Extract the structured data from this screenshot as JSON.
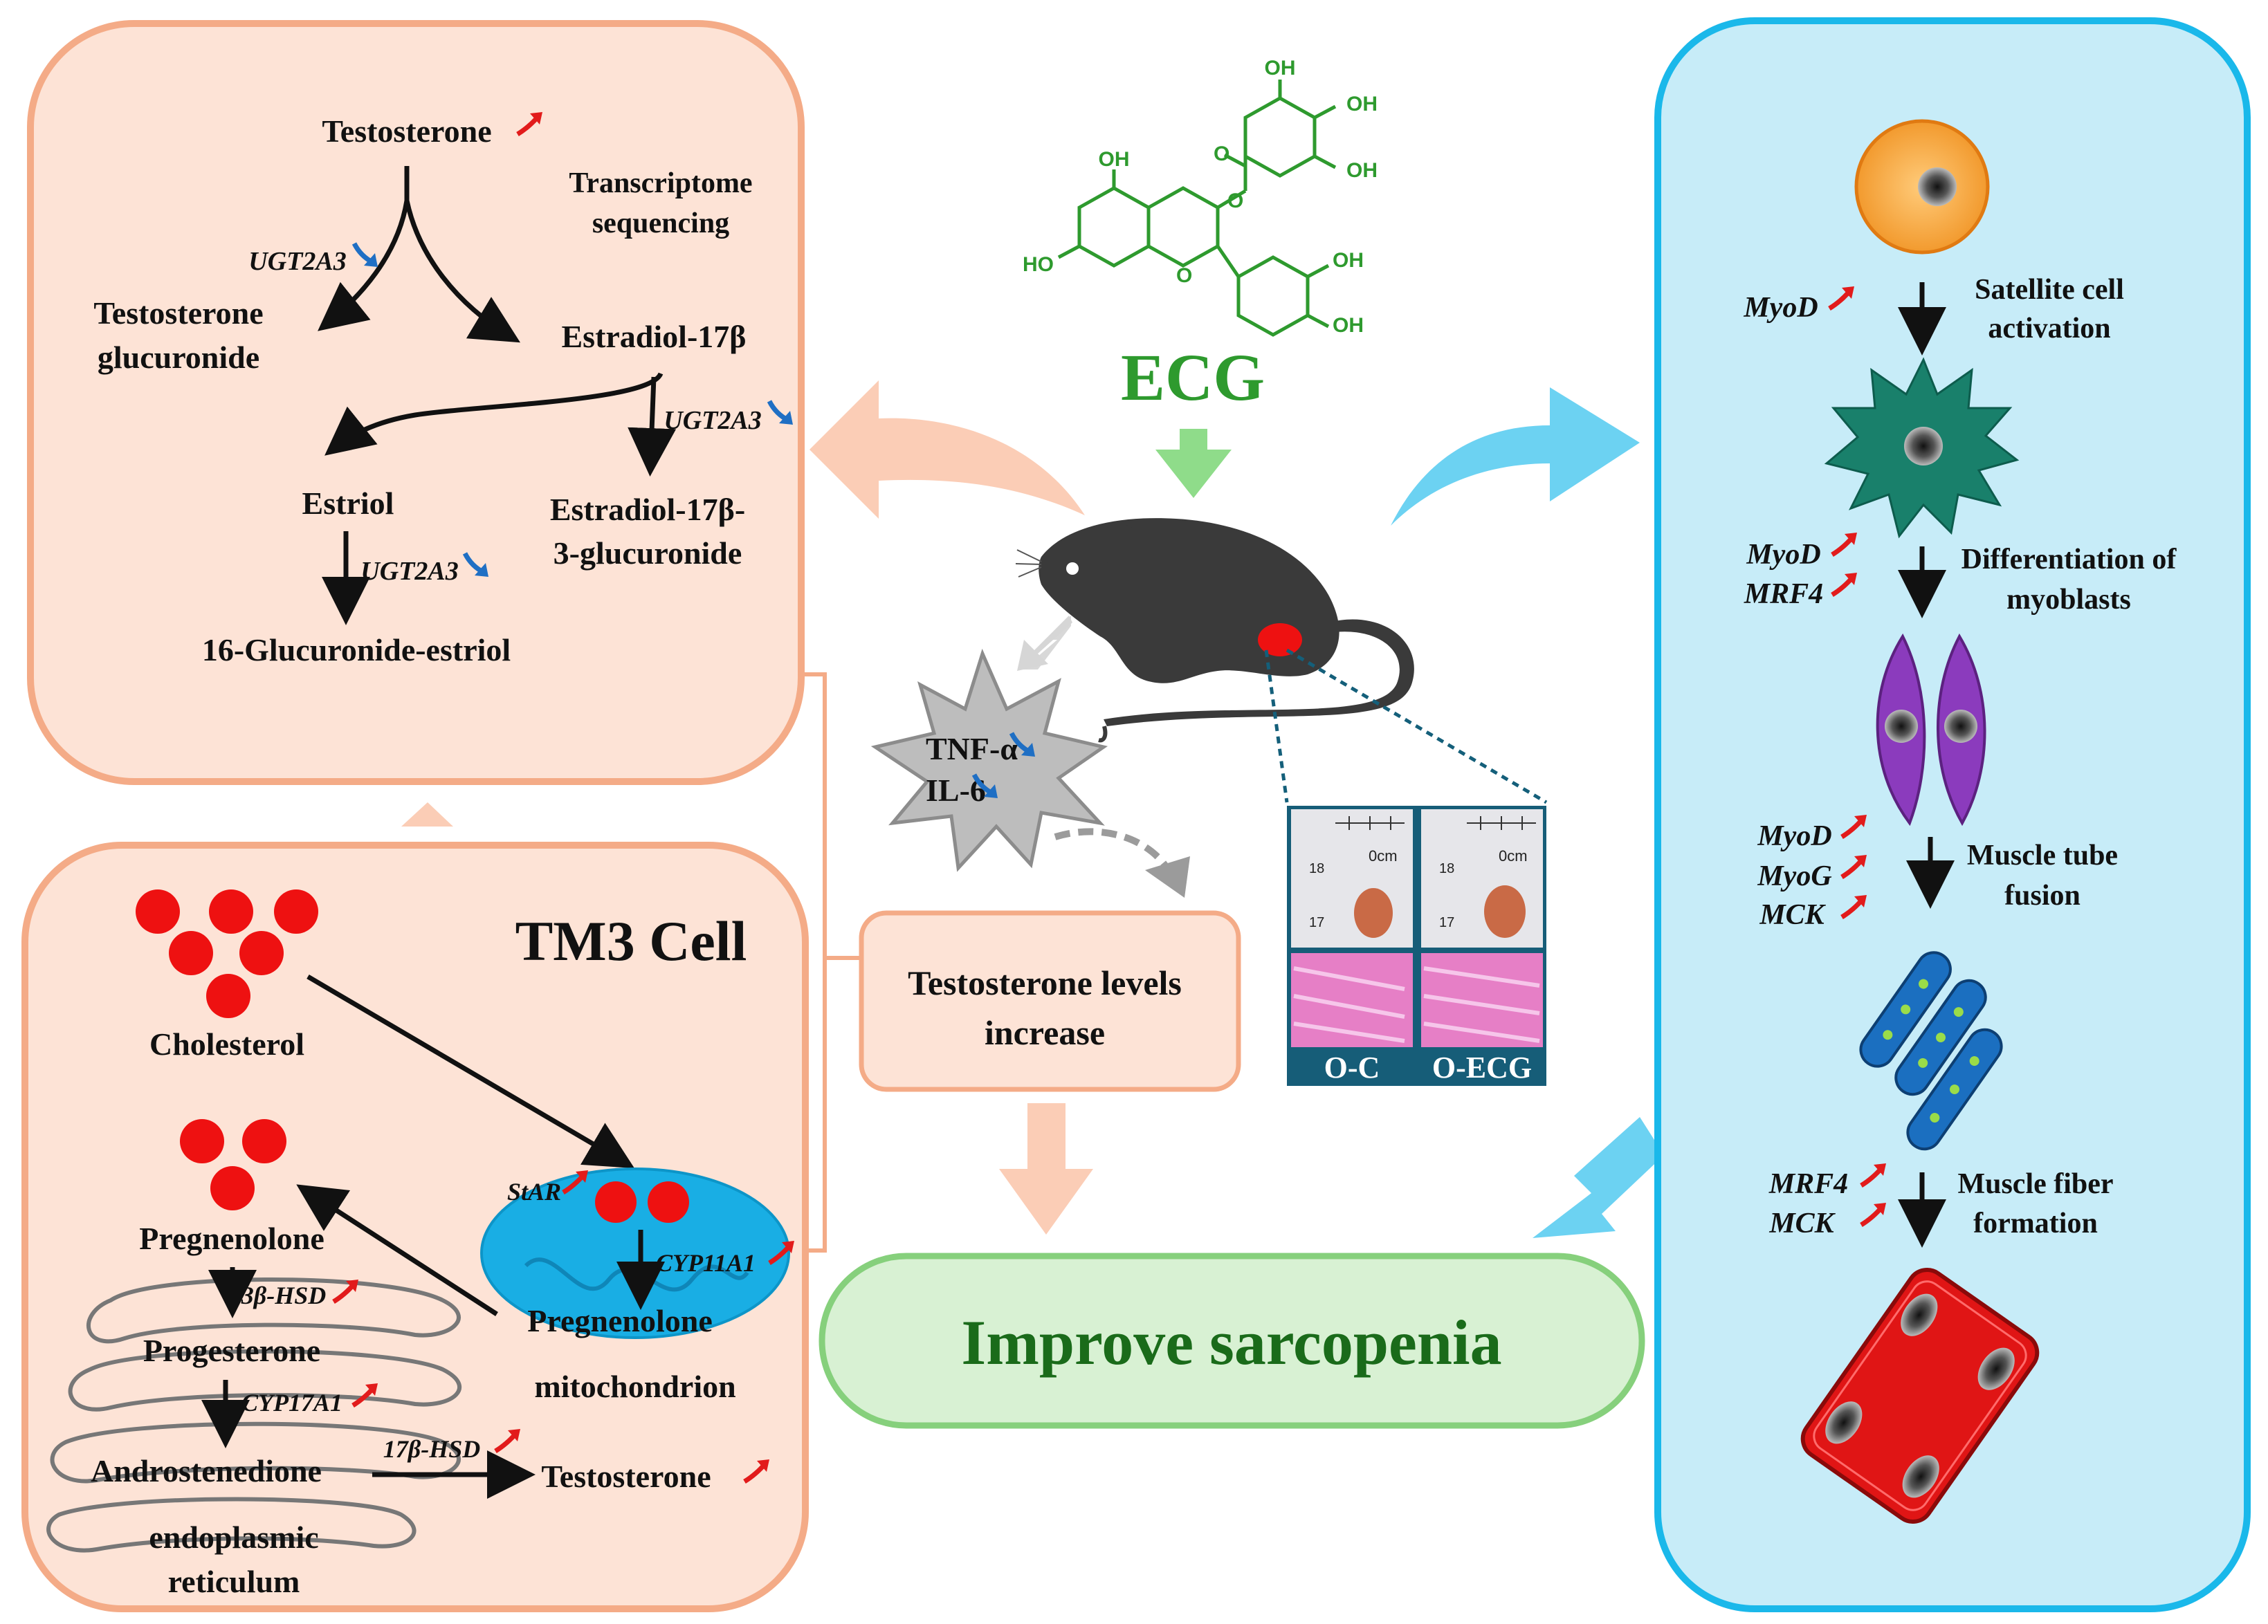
{
  "molecule": {
    "label": "ECG",
    "hydroxyls": [
      "OH",
      "OH",
      "OH",
      "OH",
      "HO",
      "OH",
      "OH"
    ],
    "oxygens": [
      "O",
      "O",
      "O"
    ]
  },
  "left_top": {
    "testosterone": "Testosterone",
    "testosterone_glucuronide_1": "Testosterone",
    "testosterone_glucuronide_2": "glucuronide",
    "estradiol": "Estradiol-17β",
    "estriol": "Estriol",
    "estradiol_glucuronide_1": "Estradiol-17β-",
    "estradiol_glucuronide_2": "3-glucuronide",
    "glucuronide_estriol": "16-Glucuronide-estriol",
    "transcriptome_1": "Transcriptome",
    "transcriptome_2": "sequencing",
    "ugt_1": "UGT2A3",
    "ugt_2": "UGT2A3",
    "ugt_3": "UGT2A3"
  },
  "left_bottom": {
    "title": "TM3 Cell",
    "cholesterol": "Cholesterol",
    "pregnenolone": "Pregnenolone",
    "progesterone": "Progesterone",
    "androstenedione": "Androstenedione",
    "testosterone": "Testosterone",
    "er_1": "endoplasmic",
    "er_2": "reticulum",
    "mito_pregnenolone": "Pregnenolone",
    "mitochondrion": "mitochondrion",
    "star": "StAR",
    "cyp11a1": "CYP11A1",
    "hsd3b": "3β-HSD",
    "cyp17a1": "CYP17A1",
    "hsd17b": "17β-HSD"
  },
  "center": {
    "tnf": "TNF-α",
    "il6": "IL-6",
    "testo_box_1": "Testosterone levels",
    "testo_box_2": "increase",
    "oc": "O-C",
    "oecg": "O-ECG",
    "ruler_cm": "0cm",
    "ruler_18": "18",
    "ruler_17": "17",
    "improve": "Improve sarcopenia"
  },
  "right": {
    "step1_genes": [
      "MyoD"
    ],
    "step1_label_1": "Satellite cell",
    "step1_label_2": "activation",
    "step2_genes": [
      "MyoD",
      "MRF4"
    ],
    "step2_label_1": "Differentiation of",
    "step2_label_2": "myoblasts",
    "step3_genes": [
      "MyoD",
      "MyoG",
      "MCK"
    ],
    "step3_label_1": "Muscle tube",
    "step3_label_2": "fusion",
    "step4_genes": [
      "MRF4",
      "MCK"
    ],
    "step4_label_1": "Muscle fiber",
    "step4_label_2": "formation"
  },
  "colors": {
    "salmon_fill": "#fde3d6",
    "salmon_border": "#f4ab87",
    "blue_fill": "#c7ecf8",
    "blue_border": "#1ab8ea",
    "green_fill": "#d8f1d3",
    "green_border": "#86d07c",
    "green_text": "#1a6b1a",
    "molecule_green": "#2e9a2e",
    "up_arrow": "#e21b1b",
    "down_arrow": "#1f6fc4",
    "red_dot": "#ee1111",
    "mito_blue": "#19aee4"
  }
}
